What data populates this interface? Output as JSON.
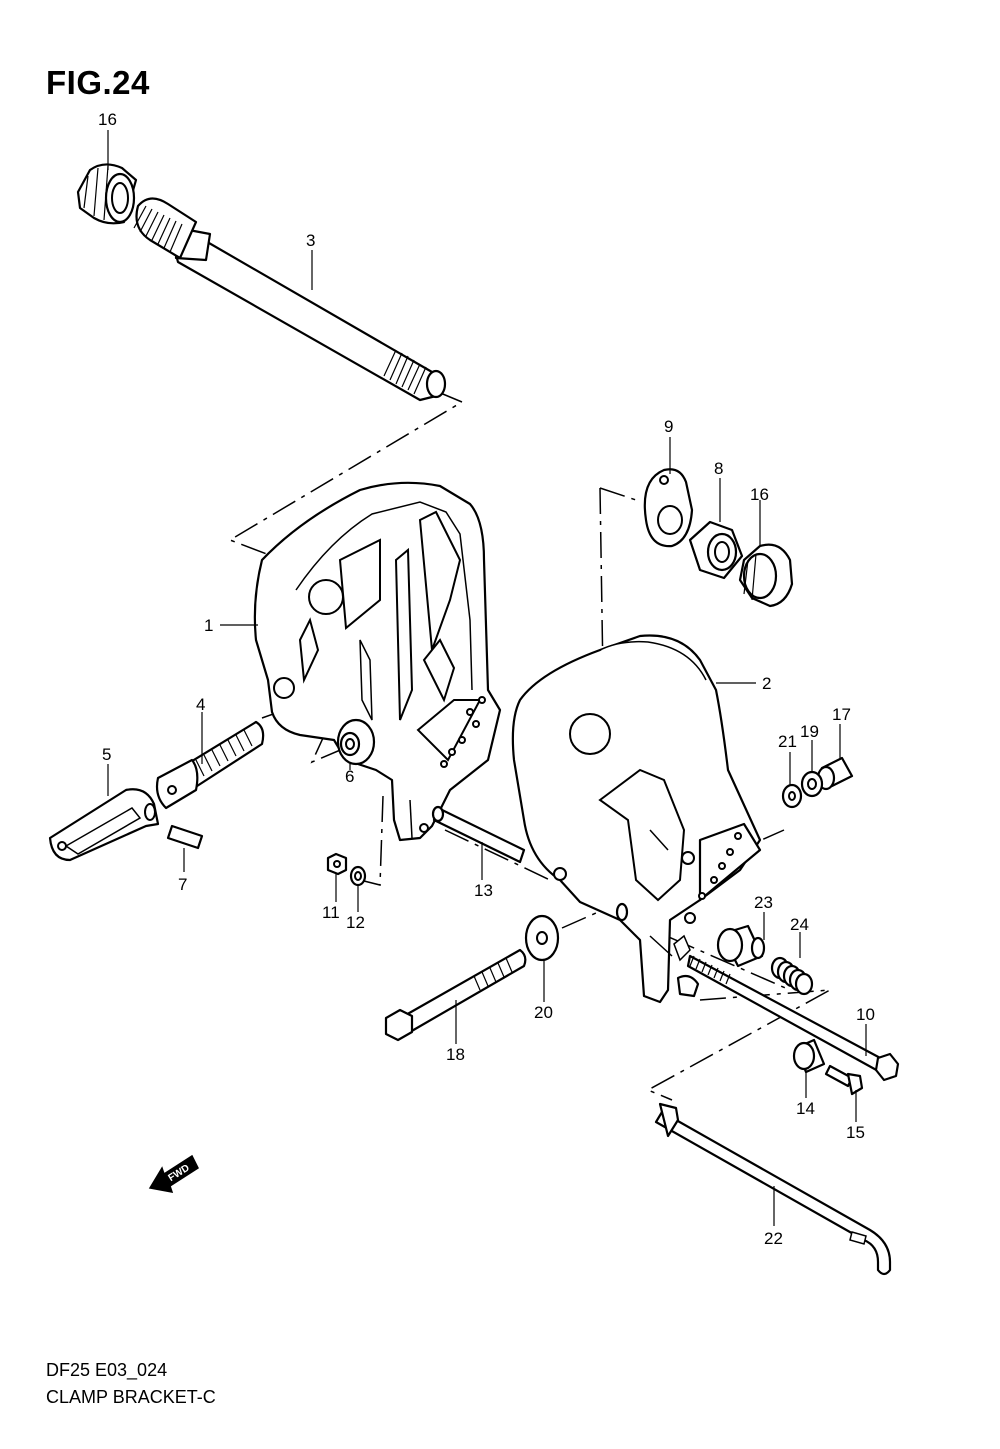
{
  "figure": {
    "title": "FIG.24",
    "code": "DF25 E03_024",
    "caption": "CLAMP BRACKET-C",
    "direction_label": "FWD"
  },
  "callouts": {
    "p1": "1",
    "p2": "2",
    "p3": "3",
    "p4": "4",
    "p5": "5",
    "p6": "6",
    "p7": "7",
    "p8": "8",
    "p9": "9",
    "p10": "10",
    "p11": "11",
    "p12": "12",
    "p13": "13",
    "p14": "14",
    "p15": "15",
    "p16a": "16",
    "p16b": "16",
    "p17": "17",
    "p18": "18",
    "p19": "19",
    "p20": "20",
    "p21": "21",
    "p22": "22",
    "p23": "23",
    "p24": "24"
  }
}
